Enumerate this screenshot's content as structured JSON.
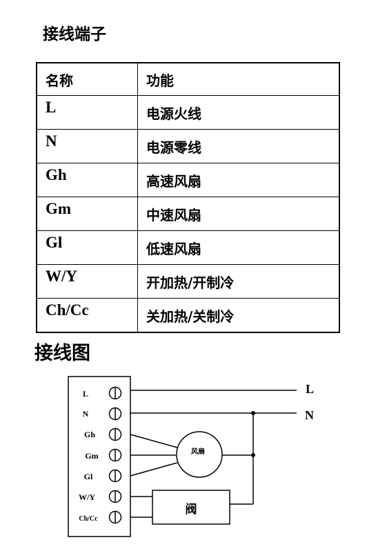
{
  "sections": {
    "terminals_title": "接线端子",
    "wiring_title": "接线图"
  },
  "table": {
    "headers": [
      "名称",
      "功能"
    ],
    "rows": [
      {
        "name": "L",
        "function": "电源火线"
      },
      {
        "name": "N",
        "function": "电源零线"
      },
      {
        "name": "Gh",
        "function": "高速风扇"
      },
      {
        "name": "Gm",
        "function": "中速风扇"
      },
      {
        "name": "Gl",
        "function": "低速风扇"
      },
      {
        "name": "W/Y",
        "function": "开加热/开制冷"
      },
      {
        "name": "Ch/Cc",
        "function": "关加热/关制冷"
      }
    ]
  },
  "diagram": {
    "terminals": [
      "L",
      "N",
      "Gh",
      "Gm",
      "Gl",
      "W/Y",
      "Ch/Cc"
    ],
    "supply_labels": [
      "L",
      "N"
    ],
    "fan_label": "风扇",
    "valve_label": "阀"
  }
}
